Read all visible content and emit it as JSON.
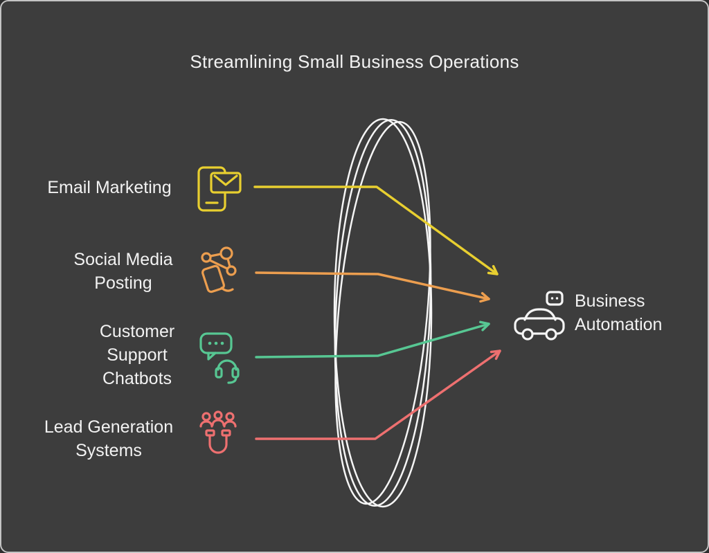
{
  "title": "Streamlining Small Business Operations",
  "colors": {
    "background": "#3d3d3d",
    "border": "#c4c4c4",
    "text": "#f2f2f2",
    "white": "#f5f5f5",
    "email": "#e8cf30",
    "social": "#ec9e4f",
    "support": "#57c793",
    "lead": "#ee7070"
  },
  "items": [
    {
      "label": "Email Marketing",
      "icon": "phone-email-icon"
    },
    {
      "label": "Social Media Posting",
      "icon": "social-network-icon"
    },
    {
      "label": "Customer Support Chatbots",
      "icon": "chatbot-headset-icon"
    },
    {
      "label": "Lead Generation Systems",
      "icon": "people-magnet-icon"
    }
  ],
  "target": {
    "label": "Business Automation",
    "icon": "robot-car-icon"
  }
}
